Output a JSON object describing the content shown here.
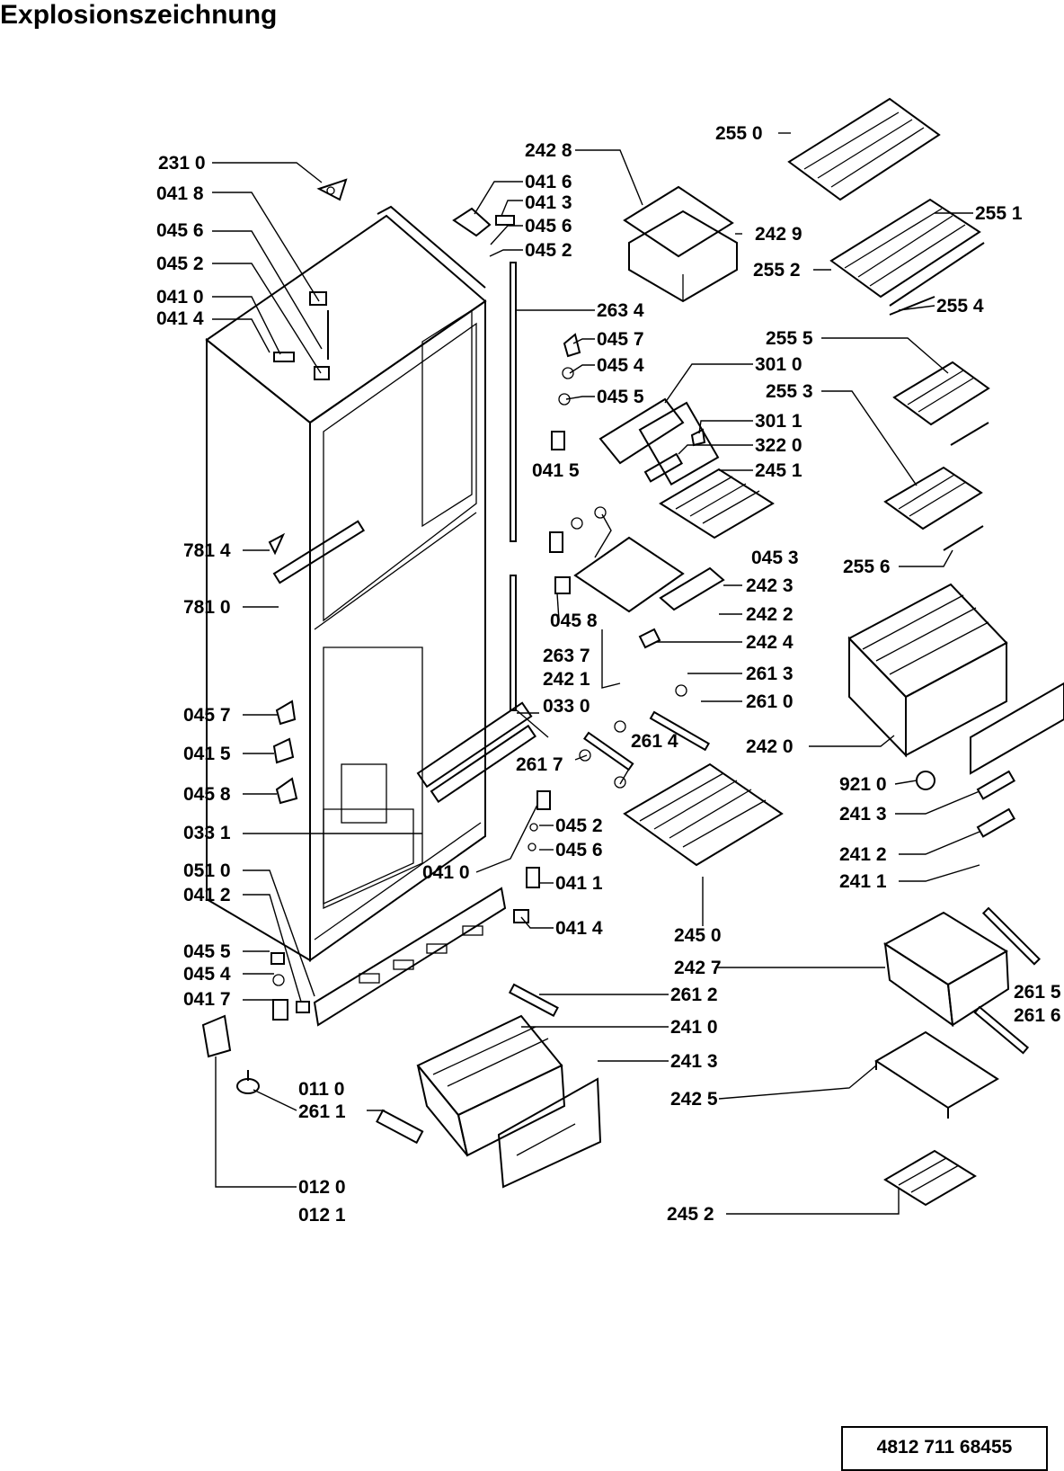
{
  "title": "Explosionszeichnung",
  "document_number": "4812  711  68455",
  "callouts": [
    "231 0",
    "041 8",
    "045 6",
    "045 2",
    "041 0",
    "041 4",
    "781 4",
    "781 0",
    "045 7",
    "041 5",
    "045 8",
    "033 1",
    "051 0",
    "041 2",
    "045 5",
    "045 4",
    "041 7",
    "011 0",
    "261 1",
    "012 0",
    "012 1",
    "242 8",
    "041 6",
    "041 3",
    "045 6",
    "045 2",
    "263 4",
    "045 7",
    "045 4",
    "045 5",
    "041 5",
    "045 3",
    "045 8",
    "263 7",
    "242 1",
    "033 0",
    "261 7",
    "261 4",
    "045 2",
    "045 6",
    "041 0",
    "041 1",
    "041 4",
    "261 2",
    "241 0",
    "241 3",
    "242 5",
    "245 2",
    "255 0",
    "255 1",
    "242 9",
    "255 2",
    "255 4",
    "255 5",
    "301 0",
    "255 3",
    "301 1",
    "322 0",
    "245 1",
    "255 6",
    "242 3",
    "242 2",
    "242 4",
    "261 3",
    "261 0",
    "242 0",
    "921 0",
    "241 3",
    "241 2",
    "241 1",
    "245 0",
    "242 7",
    "261 5",
    "261 6"
  ]
}
